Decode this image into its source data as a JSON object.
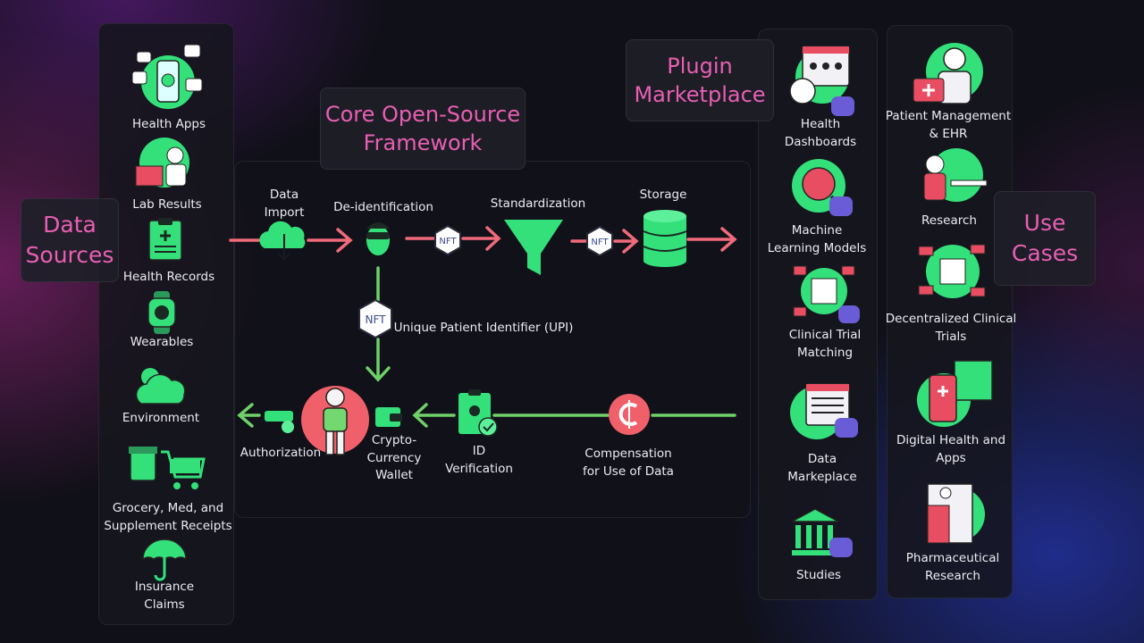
{
  "callouts": {
    "data_sources": "Data\nSources",
    "framework": "Core Open-Source\nFramework",
    "plugin": "Plugin\nMarketplace",
    "use_cases": "Use\nCases"
  },
  "data_sources": [
    {
      "label": "Health Apps",
      "icon": "health-apps-icon"
    },
    {
      "label": "Lab Results",
      "icon": "lab-results-icon"
    },
    {
      "label": "Health Records",
      "icon": "health-records-icon"
    },
    {
      "label": "Wearables",
      "icon": "wearables-icon"
    },
    {
      "label": "Environment",
      "icon": "environment-icon"
    },
    {
      "label": "Grocery, Med, and\nSupplement Receipts",
      "icon": "receipts-icon"
    },
    {
      "label": "Insurance\nClaims",
      "icon": "insurance-icon"
    }
  ],
  "pipeline": {
    "data_import": "Data\nImport",
    "deidentification": "De-identification",
    "standardization": "Standardization",
    "storage": "Storage",
    "upi": "Unique Patient Identifier  (UPI)",
    "authorization": "Authorization",
    "wallet": "Crypto-\nCurrency\nWallet",
    "id_verification": "ID\nVerification",
    "compensation": "Compensation\nfor Use of Data",
    "nft_text": "NFT"
  },
  "plugins": [
    {
      "label": "Health\nDashboards",
      "icon": "dashboard-icon"
    },
    {
      "label": "Machine\nLearning Models",
      "icon": "ml-icon"
    },
    {
      "label": "Clinical Trial\nMatching",
      "icon": "trial-matching-icon"
    },
    {
      "label": "Data\nMarkeplace",
      "icon": "marketplace-icon"
    },
    {
      "label": "Studies",
      "icon": "studies-icon"
    }
  ],
  "use_cases": [
    {
      "label": "Patient Management\n& EHR",
      "icon": "patient-management-icon"
    },
    {
      "label": "Research",
      "icon": "research-icon"
    },
    {
      "label": "Decentralized Clinical\nTrials",
      "icon": "decentralized-trials-icon"
    },
    {
      "label": "Digital  Health and\nApps",
      "icon": "digital-health-icon"
    },
    {
      "label": "Pharmaceutical\nResearch",
      "icon": "pharma-icon"
    }
  ],
  "colors": {
    "accent_pink": "#e85fb3",
    "arrow_red": "#f06a7a",
    "arrow_green": "#6fd06a",
    "icon_green": "#33e07a",
    "coin_red": "#f0606a",
    "plugin_badge": "#6a5bd6"
  }
}
